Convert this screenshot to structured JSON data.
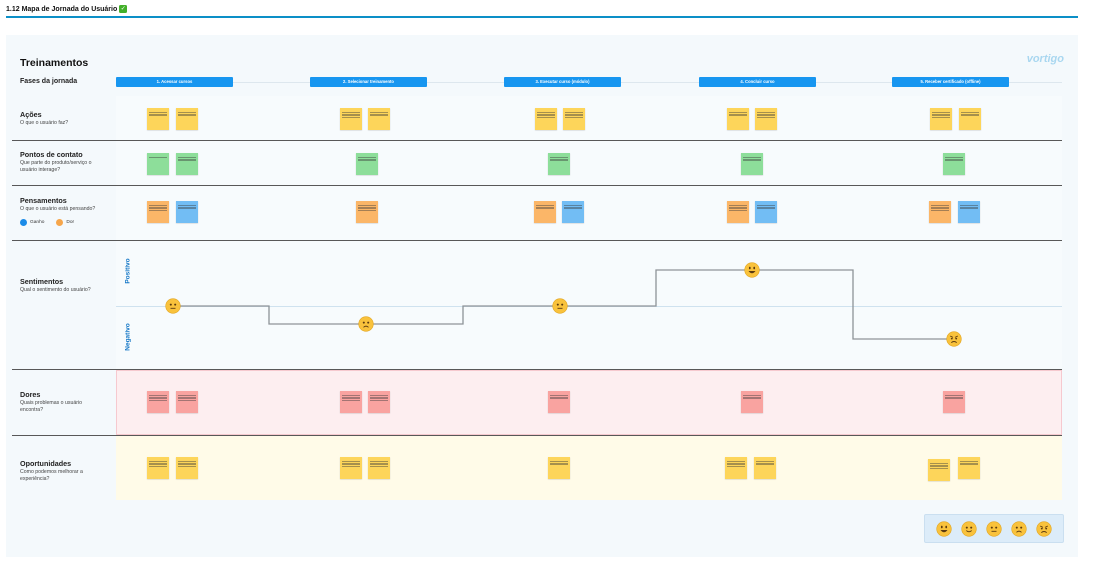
{
  "header": {
    "title": "1.12 Mapa de Jornada do Usuário",
    "status_icon": "check-icon"
  },
  "board": {
    "title": "Treinamentos",
    "brand": "vortigo",
    "phases_label": "Fases da jornada",
    "phases": [
      "1. Acessar cursos",
      "2. Selecionar treinamento",
      "3. Executar curso (módulo)",
      "4. Concluir curso",
      "5. Receber certificado (offline)"
    ]
  },
  "rows": {
    "acoes": {
      "title": "Ações",
      "subtitle": "O que o usuário faz?"
    },
    "contato": {
      "title": "Pontos de contato",
      "subtitle": "Que parte do produto/serviço o usuário interage?"
    },
    "pensamentos": {
      "title": "Pensamentos",
      "subtitle": "O que o usuário está pensando?",
      "legend": [
        {
          "label": "Ganho",
          "color": "#1a8be8"
        },
        {
          "label": "Dor",
          "color": "#f6a64b"
        }
      ]
    },
    "sentimentos": {
      "title": "Sentimentos",
      "subtitle": "Qual o sentimento do usuário?",
      "positive_label": "Positivo",
      "negative_label": "Negativo"
    },
    "dores": {
      "title": "Dores",
      "subtitle": "Quais problemas o usuário encontra?"
    },
    "oportunidades": {
      "title": "Oportunidades",
      "subtitle": "Como podemos melhorar a experiência?"
    }
  },
  "sentiment_curve": [
    "neutral",
    "sad",
    "neutral",
    "happy",
    "angry"
  ],
  "emoji_scale": [
    "happy",
    "smile",
    "neutral",
    "sad",
    "angry"
  ],
  "colors": {
    "phase": "#1796f0",
    "note_yellow": "#fdd55a",
    "note_green": "#8dde9a",
    "note_orange": "#fbb668",
    "note_blue": "#72bdf4",
    "note_pink": "#f9a3a0"
  }
}
